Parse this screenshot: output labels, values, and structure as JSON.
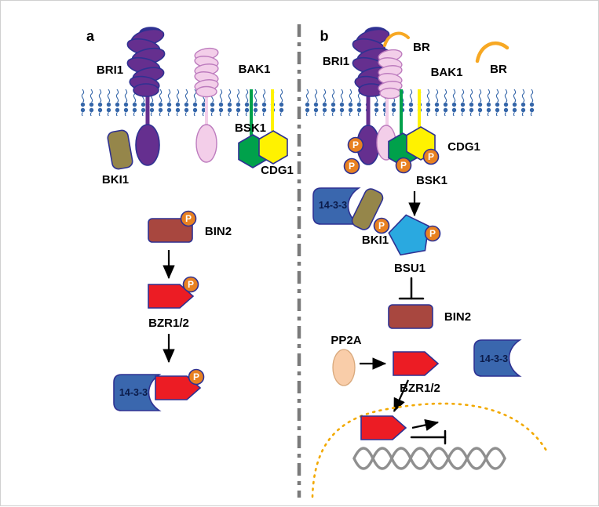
{
  "figure": {
    "phospho": "P",
    "panel_a": {
      "label": "a",
      "BRI1": "BRI1",
      "BAK1": "BAK1",
      "BKI1": "BKI1",
      "BSK1": "BSK1",
      "CDG1": "CDG1",
      "BIN2": "BIN2",
      "BZR12": "BZR1/2",
      "f1433": "14-3-3"
    },
    "panel_b": {
      "label": "b",
      "BRI1": "BRI1",
      "BR_bound": "BR",
      "BAK1": "BAK1",
      "BR_free": "BR",
      "CDG1": "CDG1",
      "BSK1": "BSK1",
      "f1433_left": "14-3-3",
      "BKI1": "BKI1",
      "BSU1": "BSU1",
      "BIN2": "BIN2",
      "PP2A": "PP2A",
      "BZR12": "BZR1/2",
      "f1433_right": "14-3-3"
    }
  },
  "colors": {
    "receptor_purple": "#652F8F",
    "bak1_pink": "#F3CEE9",
    "membrane_blue": "#3566A9",
    "bsk1_green": "#00A14B",
    "cdg1_yellow": "#FFF200",
    "bki1_olive": "#95864A",
    "bin2_red": "#A8473F",
    "bzr_red": "#EC1C24",
    "f1433_blue": "#3A67AE",
    "bsu1_blue": "#2AA9E0",
    "pp2a_peach": "#F9CDA9",
    "phospho_orange": "#E88121",
    "br_orange": "#F7A823",
    "nucleus_orange": "#F2A900",
    "dna_gray": "#8F8F8F",
    "divider_gray": "#7A7A7A",
    "outline_navy": "#2E3192"
  }
}
